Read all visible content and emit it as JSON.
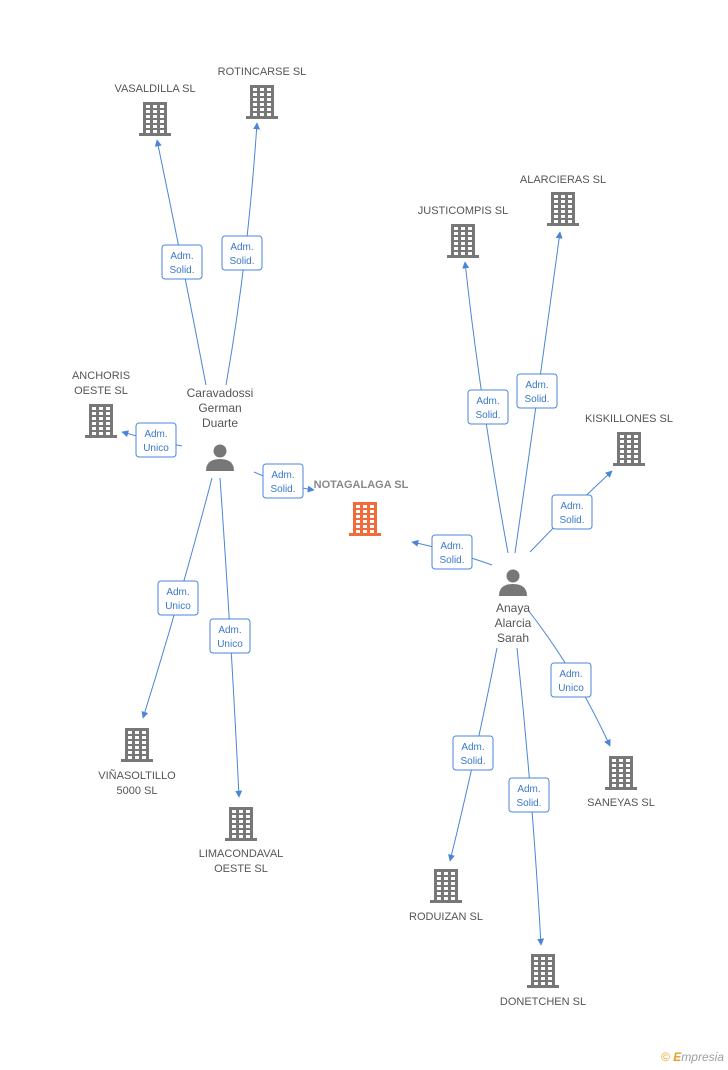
{
  "colors": {
    "edge": "#4a86d8",
    "building": "#777777",
    "main_building": "#f26b3a",
    "person": "#777777"
  },
  "nodes": [
    {
      "id": "notagalaga",
      "kind": "company-main",
      "lines": [
        "NOTAGALAGA SL"
      ]
    },
    {
      "id": "caravadossi",
      "kind": "person",
      "lines": [
        "Caravadossi",
        "German",
        "Duarte"
      ]
    },
    {
      "id": "anaya",
      "kind": "person",
      "lines": [
        "Anaya",
        "Alarcia",
        "Sarah"
      ]
    },
    {
      "id": "vasaldilla",
      "kind": "company",
      "lines": [
        "VASALDILLA SL"
      ]
    },
    {
      "id": "rotincarse",
      "kind": "company",
      "lines": [
        "ROTINCARSE SL"
      ]
    },
    {
      "id": "anchoris",
      "kind": "company",
      "lines": [
        "ANCHORIS",
        "OESTE SL"
      ]
    },
    {
      "id": "vinasoltillo",
      "kind": "company",
      "lines": [
        "VIÑASOLTILLO",
        "5000 SL"
      ]
    },
    {
      "id": "limacondaval",
      "kind": "company",
      "lines": [
        "LIMACONDAVAL",
        "OESTE SL"
      ]
    },
    {
      "id": "justicompis",
      "kind": "company",
      "lines": [
        "JUSTICOMPIS SL"
      ]
    },
    {
      "id": "alarcieras",
      "kind": "company",
      "lines": [
        "ALARCIERAS SL"
      ]
    },
    {
      "id": "kiskillones",
      "kind": "company",
      "lines": [
        "KISKILLONES SL"
      ]
    },
    {
      "id": "saneyas",
      "kind": "company",
      "lines": [
        "SANEYAS SL"
      ]
    },
    {
      "id": "roduizan",
      "kind": "company",
      "lines": [
        "RODUIZAN SL"
      ]
    },
    {
      "id": "donetchen",
      "kind": "company",
      "lines": [
        "DONETCHEN SL"
      ]
    }
  ],
  "edges": [
    {
      "from": "caravadossi",
      "to": "vasaldilla",
      "role": [
        "Adm.",
        "Solid."
      ]
    },
    {
      "from": "caravadossi",
      "to": "rotincarse",
      "role": [
        "Adm.",
        "Solid."
      ]
    },
    {
      "from": "caravadossi",
      "to": "anchoris",
      "role": [
        "Adm.",
        "Unico"
      ]
    },
    {
      "from": "caravadossi",
      "to": "notagalaga",
      "role": [
        "Adm.",
        "Solid."
      ]
    },
    {
      "from": "caravadossi",
      "to": "vinasoltillo",
      "role": [
        "Adm.",
        "Unico"
      ]
    },
    {
      "from": "caravadossi",
      "to": "limacondaval",
      "role": [
        "Adm.",
        "Unico"
      ]
    },
    {
      "from": "anaya",
      "to": "justicompis",
      "role": [
        "Adm.",
        "Solid."
      ]
    },
    {
      "from": "anaya",
      "to": "alarcieras",
      "role": [
        "Adm.",
        "Solid."
      ]
    },
    {
      "from": "anaya",
      "to": "kiskillones",
      "role": [
        "Adm.",
        "Solid."
      ]
    },
    {
      "from": "anaya",
      "to": "notagalaga",
      "role": [
        "Adm.",
        "Solid."
      ]
    },
    {
      "from": "anaya",
      "to": "saneyas",
      "role": [
        "Adm.",
        "Unico"
      ]
    },
    {
      "from": "anaya",
      "to": "roduizan",
      "role": [
        "Adm.",
        "Solid."
      ]
    },
    {
      "from": "anaya",
      "to": "donetchen",
      "role": [
        "Adm.",
        "Solid."
      ]
    }
  ],
  "watermark": {
    "symbol": "©",
    "brand_initial": "E",
    "brand_rest": "mpresia"
  }
}
